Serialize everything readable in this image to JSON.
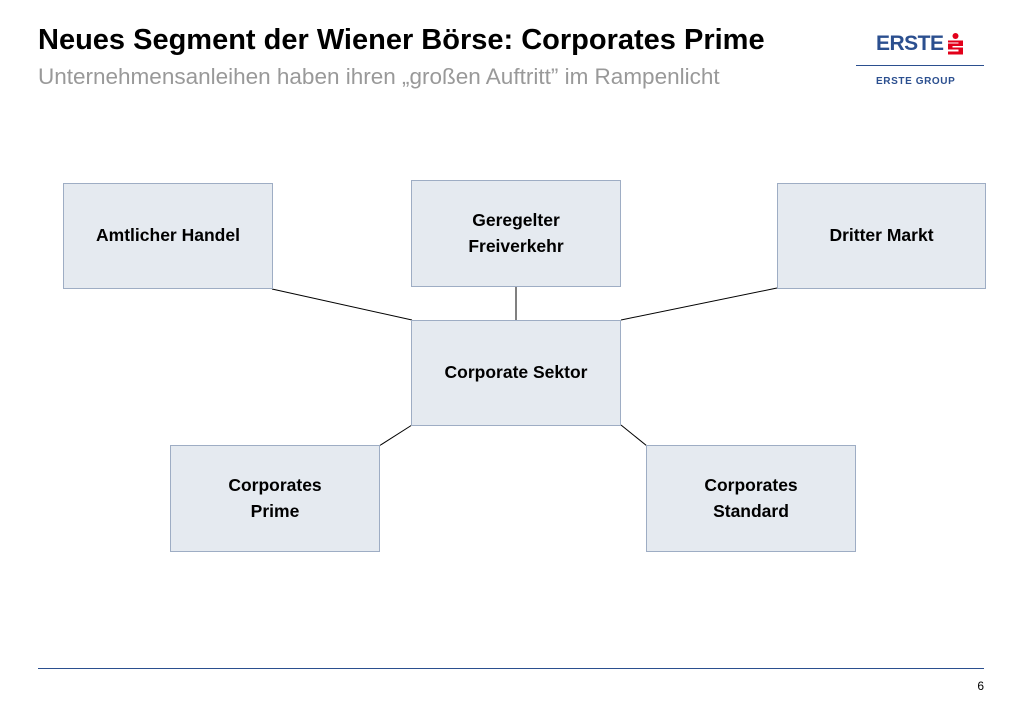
{
  "header": {
    "title": "Neues Segment der Wiener Börse: Corporates Prime",
    "subtitle": "Unternehmensanleihen haben ihren „großen Auftritt” im Rampenlicht"
  },
  "logo": {
    "wordmark": "ERSTE",
    "group": "ERSTE GROUP",
    "brand_color": "#2b4f8f",
    "accent_color": "#e2001a",
    "icon": "sparkasse-s-icon"
  },
  "diagram": {
    "nodes": {
      "amtlicher_handel": "Amtlicher Handel",
      "geregelter_freiverkehr": "Geregelter\nFreiverkehr",
      "dritter_markt": "Dritter Markt",
      "corporate_sektor": "Corporate Sektor",
      "corporates_prime": "Corporates\nPrime",
      "corporates_standard": "Corporates\nStandard"
    },
    "node_fill": "#e5eaf0",
    "node_border": "#9eadc4",
    "connector_color": "#000000"
  },
  "footer": {
    "page_number": "6",
    "rule_color": "#2b4f8f"
  }
}
